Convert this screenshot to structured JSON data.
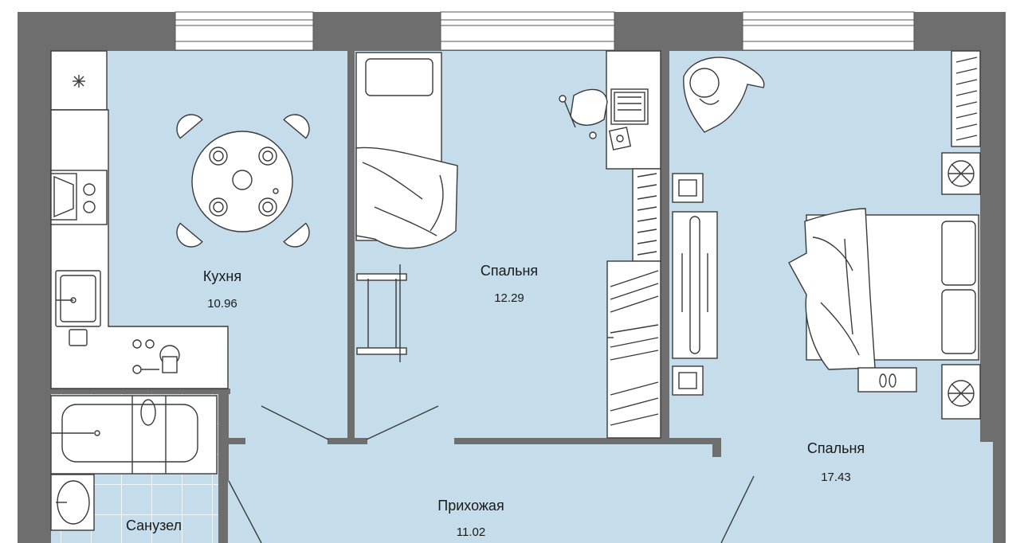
{
  "floorplan": {
    "rooms": [
      {
        "id": "kitchen",
        "name": "Кухня",
        "area": "10.96"
      },
      {
        "id": "bedroom-small",
        "name": "Спальня",
        "area": "12.29"
      },
      {
        "id": "bedroom-large",
        "name": "Спальня",
        "area": "17.43"
      },
      {
        "id": "hallway",
        "name": "Прихожая",
        "area": "11.02"
      },
      {
        "id": "bathroom",
        "name": "Санузел",
        "area": ""
      }
    ],
    "colors": {
      "floor": "#c5dceb",
      "wall": "#6e6e6e",
      "furniture_fill": "#ffffff",
      "furniture_stroke": "#3a3a3a",
      "tile_lines": "#ffffff"
    },
    "icons": [
      "snowflake-icon",
      "stove-icon",
      "sink-icon",
      "faucet-icon",
      "laptop-icon",
      "armchair-icon",
      "slippers-icon",
      "fan-icon"
    ]
  }
}
